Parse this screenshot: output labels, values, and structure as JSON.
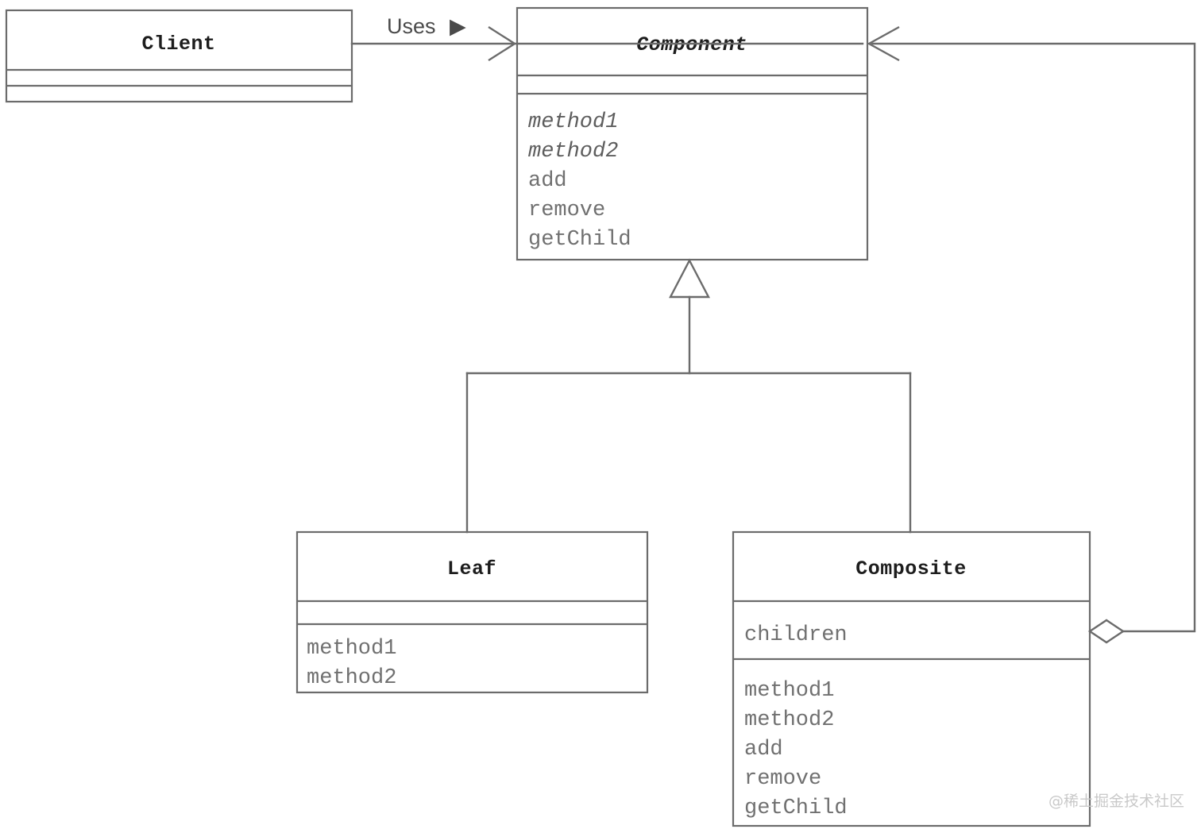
{
  "diagram": {
    "title": "Composite Pattern UML Class Diagram",
    "background_color": "#ffffff",
    "line_color": "#6b6b6b",
    "title_text_color": "#1d1d1d",
    "member_text_color": "#707070",
    "watermark_color": "#c9c9c9"
  },
  "classes": {
    "client": {
      "name": "Client",
      "stereotype": "",
      "abstract": false,
      "attributes": [],
      "methods": []
    },
    "component": {
      "name": "Component",
      "stereotype": "",
      "abstract": true,
      "attributes": [],
      "methods": [
        {
          "label": "method1",
          "abstract": true
        },
        {
          "label": "method2",
          "abstract": true
        },
        {
          "label": "add",
          "abstract": false
        },
        {
          "label": "remove",
          "abstract": false
        },
        {
          "label": "getChild",
          "abstract": false
        }
      ]
    },
    "leaf": {
      "name": "Leaf",
      "stereotype": "",
      "abstract": false,
      "attributes": [],
      "methods": [
        {
          "label": "method1",
          "abstract": false
        },
        {
          "label": "method2",
          "abstract": false
        }
      ]
    },
    "composite": {
      "name": "Composite",
      "stereotype": "",
      "abstract": false,
      "attributes": [
        {
          "label": "children",
          "abstract": false
        }
      ],
      "methods": [
        {
          "label": "method1",
          "abstract": false
        },
        {
          "label": "method2",
          "abstract": false
        },
        {
          "label": "add",
          "abstract": false
        },
        {
          "label": "remove",
          "abstract": false
        },
        {
          "label": "getChild",
          "abstract": false
        }
      ]
    }
  },
  "relations": {
    "uses": {
      "label": "Uses",
      "direction_marker": "▶",
      "from": "Client",
      "to": "Component",
      "type": "dependency"
    },
    "leaf_inheritance": {
      "label": "",
      "from": "Leaf",
      "to": "Component",
      "type": "generalization"
    },
    "composite_inheritance": {
      "label": "",
      "from": "Composite",
      "to": "Component",
      "type": "generalization"
    },
    "aggregation": {
      "label": "",
      "from": "Composite",
      "to": "Component",
      "type": "aggregation"
    }
  },
  "watermark": {
    "text": "@稀土掘金技术社区"
  }
}
